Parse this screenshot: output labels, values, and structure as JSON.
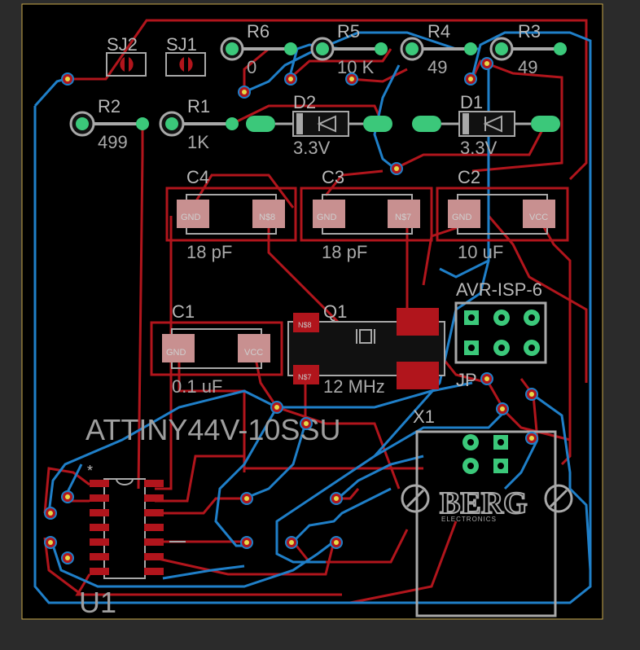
{
  "board": {
    "colors": {
      "background": "#000000",
      "outer": "#2b2b2b",
      "border": "#c8a74a",
      "top_copper": "#b1151c",
      "bottom_copper": "#1f7fc8",
      "pad_green": "#3bc87a",
      "silk": "#a8a8a8"
    }
  },
  "parts": {
    "sj2": "SJ2",
    "sj1": "SJ1",
    "r6": "R6",
    "r6_val": "0",
    "r5": "R5",
    "r5_val": "10 K",
    "r4": "R4",
    "r4_val": "49",
    "r3": "R3",
    "r3_val": "49",
    "r2": "R2",
    "r2_val": "499",
    "r1": "R1",
    "r1_val": "1K",
    "d2": "D2",
    "d2_val": "3.3V",
    "d1": "D1",
    "d1_val": "3.3V",
    "c4": "C4",
    "c4_val": "18 pF",
    "c3": "C3",
    "c3_val": "18 pF",
    "c2": "C2",
    "c2_val": "10 uF",
    "c1": "C1",
    "c1_val": "0.1 uF",
    "q1": "Q1",
    "q1_val": "12 MHz",
    "avr": "AVR-ISP-6",
    "jp": "JP",
    "x1": "X1",
    "u1_name": "ATTINY44V-10SSU",
    "u1": "U1",
    "u1_star": "*",
    "berg": "BERG",
    "berg_sub": "ELECTRONICS"
  },
  "pads": {
    "gnd": "GND",
    "vcc": "VCC",
    "n58": "N$8",
    "n57": "N$7",
    "n38": "N$8",
    "n37": "N$7"
  }
}
